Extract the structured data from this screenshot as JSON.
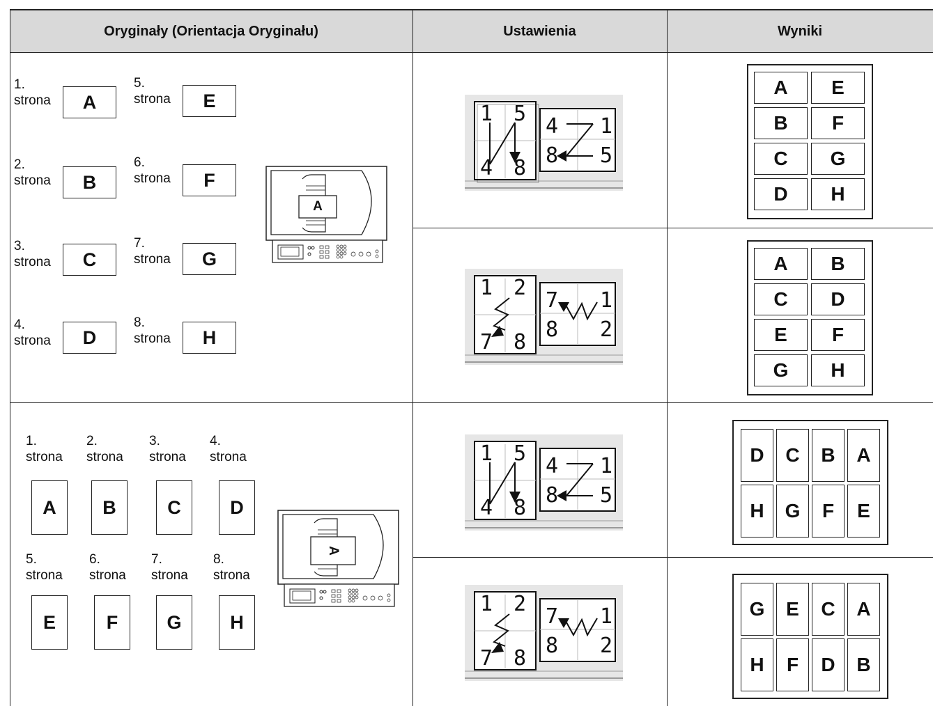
{
  "headers": {
    "originals": "Oryginały (Orientacja Oryginału)",
    "settings": "Ustawienia",
    "results": "Wyniki"
  },
  "page_word": "strona",
  "section1": {
    "pages": [
      {
        "num": "1.",
        "letter": "A"
      },
      {
        "num": "2.",
        "letter": "B"
      },
      {
        "num": "3.",
        "letter": "C"
      },
      {
        "num": "4.",
        "letter": "D"
      },
      {
        "num": "5.",
        "letter": "E"
      },
      {
        "num": "6.",
        "letter": "F"
      },
      {
        "num": "7.",
        "letter": "G"
      },
      {
        "num": "8.",
        "letter": "H"
      }
    ],
    "device_page": "A",
    "result_a": [
      "A",
      "E",
      "B",
      "F",
      "C",
      "G",
      "D",
      "H"
    ],
    "result_b": [
      "A",
      "B",
      "C",
      "D",
      "E",
      "F",
      "G",
      "H"
    ]
  },
  "section2": {
    "pages": [
      {
        "num": "1.",
        "letter": "A"
      },
      {
        "num": "2.",
        "letter": "B"
      },
      {
        "num": "3.",
        "letter": "C"
      },
      {
        "num": "4.",
        "letter": "D"
      },
      {
        "num": "5.",
        "letter": "E"
      },
      {
        "num": "6.",
        "letter": "F"
      },
      {
        "num": "7.",
        "letter": "G"
      },
      {
        "num": "8.",
        "letter": "H"
      }
    ],
    "device_page": "A",
    "result_a": [
      "D",
      "C",
      "B",
      "A",
      "H",
      "G",
      "F",
      "E"
    ],
    "result_b": [
      "G",
      "E",
      "C",
      "A",
      "H",
      "F",
      "D",
      "B"
    ]
  },
  "icon_digits": {
    "z_portrait": [
      "1",
      "5",
      "4",
      "8"
    ],
    "z_landscape": [
      "4",
      "1",
      "8",
      "5"
    ],
    "n_portrait": [
      "1",
      "2",
      "7",
      "8"
    ],
    "n_landscape": [
      "7",
      "1",
      "8",
      "2"
    ]
  }
}
